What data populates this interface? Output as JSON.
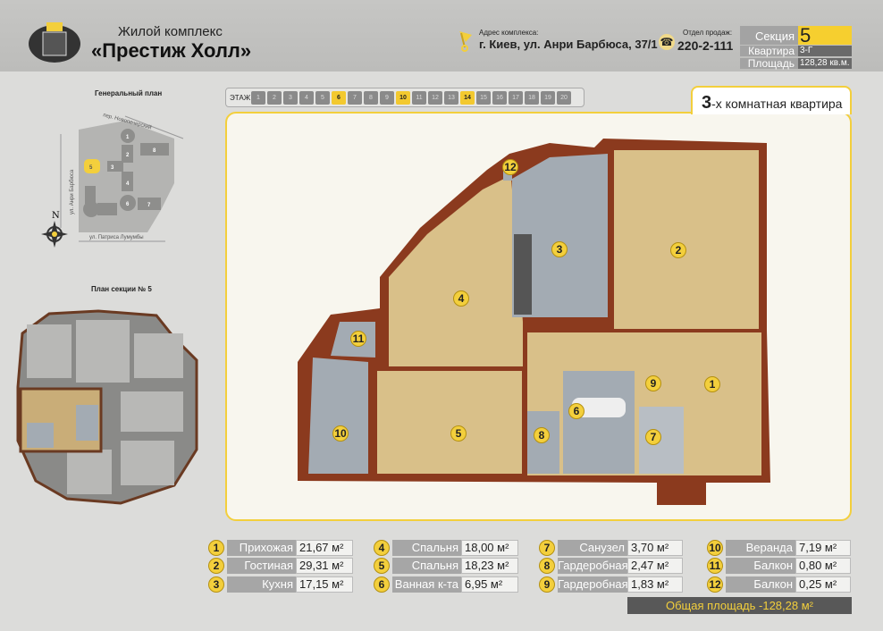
{
  "header": {
    "subtitle": "Жилой комплекс",
    "title": "«Престиж Холл»",
    "address_label": "Адрес комплекса:",
    "address": "г. Киев, ул. Анри Барбюса, 37/1",
    "phone_label": "Отдел продаж:",
    "phone": "220-2-111"
  },
  "info": {
    "section_label": "Секция",
    "section": "5",
    "apartment_label": "Квартира",
    "apartment": "3-Г",
    "area_label": "Площадь",
    "area": "128,28 кв.м."
  },
  "floors": {
    "label": "ЭТАЖ",
    "items": [
      "1",
      "2",
      "3",
      "4",
      "5",
      "6",
      "7",
      "8",
      "9",
      "10",
      "11",
      "12",
      "13",
      "14",
      "15",
      "16",
      "17",
      "18",
      "19",
      "20"
    ],
    "highlighted": [
      "6",
      "10",
      "14"
    ]
  },
  "plan_title": {
    "rooms": "3",
    "suffix": "-х комнатная квартира"
  },
  "site_plan": {
    "title": "Генеральный план",
    "street1": "пер. Новопечерский",
    "street2": "ул. Анри Барбюса",
    "street3": "ул. Патриса Лумумбы",
    "north": "N",
    "sections": [
      "1",
      "2",
      "3",
      "4",
      "5",
      "6",
      "7",
      "8"
    ],
    "selected": "5"
  },
  "section_plan": {
    "title": "План секции № 5"
  },
  "rooms": [
    {
      "n": "1",
      "name": "Прихожая",
      "area": "21,67 м²"
    },
    {
      "n": "2",
      "name": "Гостиная",
      "area": "29,31 м²"
    },
    {
      "n": "3",
      "name": "Кухня",
      "area": "17,15 м²"
    },
    {
      "n": "4",
      "name": "Спальня",
      "area": "18,00 м²"
    },
    {
      "n": "5",
      "name": "Спальня",
      "area": "18,23 м²"
    },
    {
      "n": "6",
      "name": "Ванная к-та",
      "area": "6,95 м²"
    },
    {
      "n": "7",
      "name": "Санузел",
      "area": "3,70 м²"
    },
    {
      "n": "8",
      "name": "Гардеробная",
      "area": "2,47 м²"
    },
    {
      "n": "9",
      "name": "Гардеробная",
      "area": "1,83 м²"
    },
    {
      "n": "10",
      "name": "Веранда",
      "area": "7,19 м²"
    },
    {
      "n": "11",
      "name": "Балкон",
      "area": "0,80 м²"
    },
    {
      "n": "12",
      "name": "Балкон",
      "area": "0,25 м²"
    }
  ],
  "total": "Общая площадь -128,28 м²",
  "colors": {
    "accent": "#f3cf3c",
    "wall": "#8b3a1e",
    "wood": "#d9c089",
    "tile": "#a3abb3"
  }
}
